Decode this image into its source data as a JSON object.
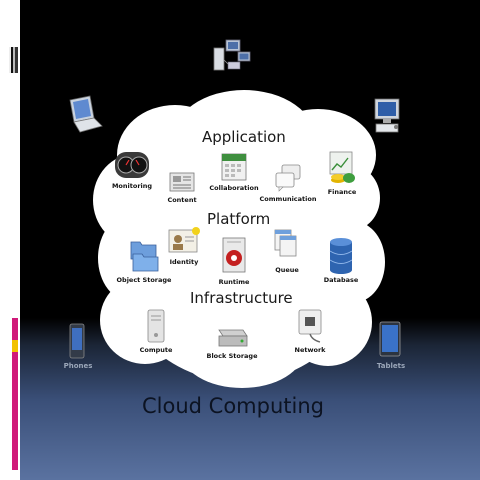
{
  "diagram": {
    "sections": {
      "application": "Application",
      "platform": "Platform",
      "infrastructure": "Infrastructure"
    },
    "items": {
      "monitoring": "Monitoring",
      "content": "Content",
      "collaboration": "Collaboration",
      "communication": "Communication",
      "finance": "Finance",
      "identity": "Identity",
      "object_storage": "Object Storage",
      "runtime": "Runtime",
      "queue": "Queue",
      "database": "Database",
      "compute": "Compute",
      "block_storage": "Block Storage",
      "network": "Network"
    },
    "devices": {
      "phones": "Phones",
      "tablets": "Tablets"
    },
    "caption": "Cloud Computing"
  },
  "colors": {
    "accent_pink": "#d01a7a",
    "accent_yellow": "#f2c200",
    "background_top": "#000000",
    "background_bottom": "#5a72a0"
  },
  "icons": [
    "servers-icon",
    "laptop-icon",
    "desktop-icon",
    "phone-icon",
    "tablet-icon",
    "gauge-icon",
    "newspaper-icon",
    "calendar-icon",
    "chat-bubbles-icon",
    "coins-icon",
    "id-card-icon",
    "folders-icon",
    "runtime-icon",
    "queue-icon",
    "database-icon",
    "compute-icon",
    "drive-icon",
    "network-icon"
  ]
}
